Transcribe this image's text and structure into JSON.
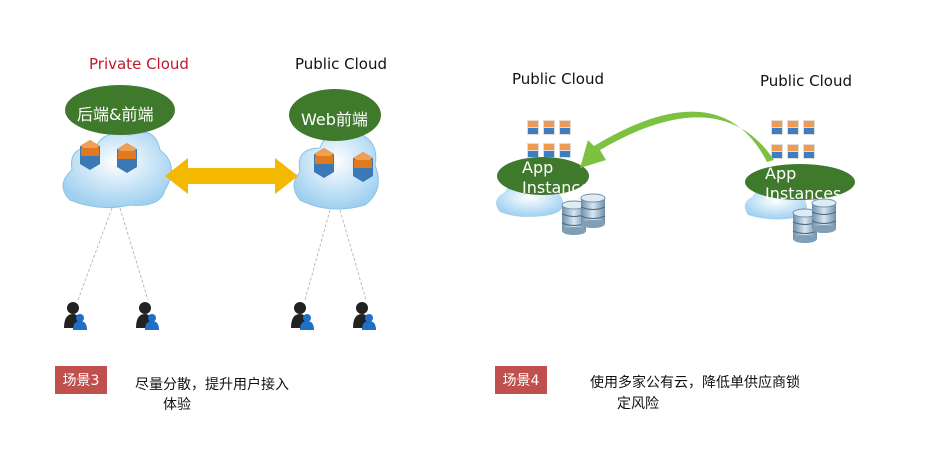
{
  "scenario3": {
    "private_cloud_title": "Private Cloud",
    "public_cloud_title": "Public Cloud",
    "private_label": "后端&前端",
    "public_label": "Web前端",
    "badge": "场景3",
    "description_line1": "尽量分散，提升用户接入",
    "description_line2": "体验"
  },
  "scenario4": {
    "left_title": "Public Cloud",
    "right_title": "Public Cloud",
    "left_label_line1": "App",
    "left_label_line2": "Instances",
    "right_label_line1": "App",
    "right_label_line2": "Instances",
    "badge": "场景4",
    "description_line1": "使用多家公有云，降低单供应商锁",
    "description_line2": "定风险"
  },
  "colors": {
    "title_red": "#c0182a",
    "badge": "#c0504d",
    "ellipse_green": "#3f7a2c",
    "arrow_yellow": "#f5b800",
    "arrow_green": "#7cc13f",
    "user_blue": "#1f6fc4"
  }
}
